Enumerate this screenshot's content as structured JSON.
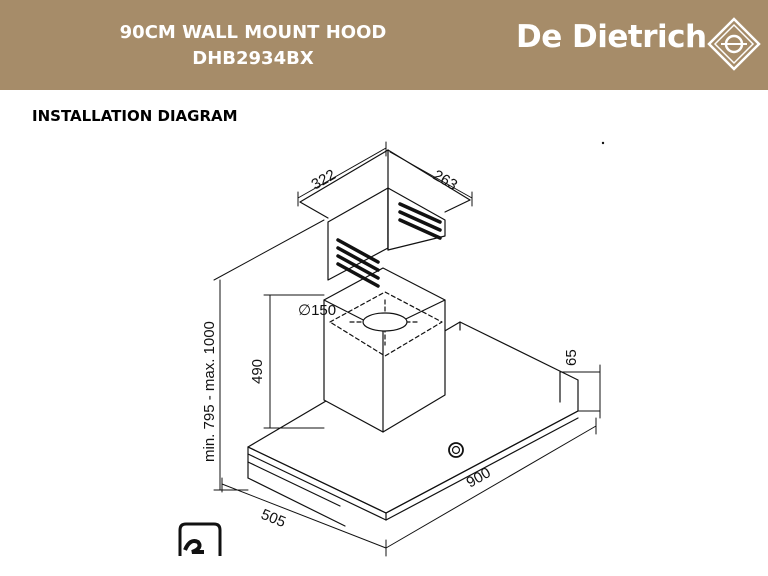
{
  "header": {
    "title_line1": "90CM WALL MOUNT HOOD",
    "title_line2": "DHB2934BX",
    "brand": "De Dietrich",
    "brand_mark": "diamond-logo-icon"
  },
  "section_title": "INSTALLATION DIAGRAM",
  "diagram": {
    "dim_chimney_width": "322",
    "dim_chimney_depth": "263",
    "dim_duct_diameter": "∅150",
    "dim_chimney_height": "490",
    "dim_total_height": "min. 795 - max. 1000",
    "dim_canopy_thickness": "65",
    "dim_canopy_width": "900",
    "dim_canopy_depth": "505"
  },
  "colors": {
    "header_bg": "#a68c69",
    "header_text": "#ffffff",
    "line": "#111111"
  }
}
